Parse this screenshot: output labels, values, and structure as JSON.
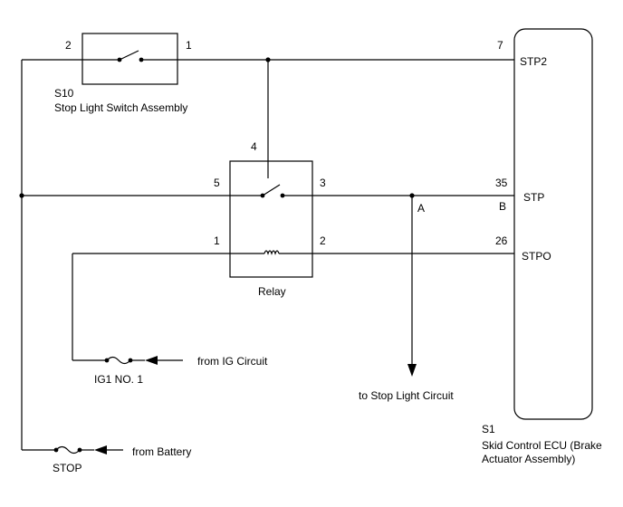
{
  "switch": {
    "code": "S10",
    "name": "Stop Light Switch Assembly",
    "pin_left": "2",
    "pin_right": "1"
  },
  "relay": {
    "name": "Relay",
    "pin_top": "4",
    "pin_left_upper": "5",
    "pin_right_upper": "3",
    "pin_left_lower": "1",
    "pin_right_lower": "2"
  },
  "ecu": {
    "code": "S1",
    "name_line1": "Skid Control ECU (Brake",
    "name_line2": "Actuator Assembly)",
    "pins": [
      {
        "number": "7",
        "name": "STP2"
      },
      {
        "number": "35",
        "name": "STP"
      },
      {
        "number": "26",
        "name": "STPO"
      }
    ],
    "connector_label": "B"
  },
  "junction_label": "A",
  "fuses": {
    "ig1": {
      "name": "IG1 NO. 1",
      "source": "from IG Circuit"
    },
    "stop": {
      "name": "STOP",
      "source": "from Battery"
    }
  },
  "output_label": "to Stop Light Circuit"
}
